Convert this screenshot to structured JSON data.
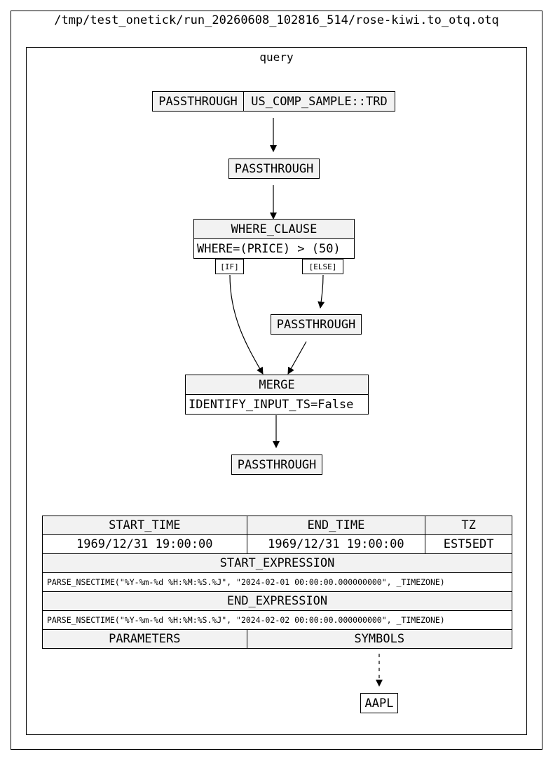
{
  "graph": {
    "file_path": "/tmp/test_onetick/run_20260608_102816_514/rose-kiwi.to_otq.otq",
    "query_label": "query",
    "nodes": {
      "source": {
        "ep": "PASSTHROUGH",
        "tick_type": "US_COMP_SAMPLE::TRD"
      },
      "pass_1": {
        "ep": "PASSTHROUGH"
      },
      "where": {
        "ep": "WHERE_CLAUSE",
        "param": "WHERE=(PRICE) > (50)",
        "port_if": "[IF]",
        "port_else": "[ELSE]"
      },
      "pass_else": {
        "ep": "PASSTHROUGH"
      },
      "merge": {
        "ep": "MERGE",
        "param": "IDENTIFY_INPUT_TS=False"
      },
      "pass_out": {
        "ep": "PASSTHROUGH"
      },
      "symbol": {
        "label": "AAPL"
      }
    },
    "query_params": {
      "start_time_label": "START_TIME",
      "end_time_label": "END_TIME",
      "tz_label": "TZ",
      "start_time": "1969/12/31 19:00:00",
      "end_time": "1969/12/31 19:00:00",
      "tz": "EST5EDT",
      "start_expression_label": "START_EXPRESSION",
      "start_expression": "PARSE_NSECTIME(\"%Y-%m-%d %H:%M:%S.%J\", \"2024-02-01 00:00:00.000000000\", _TIMEZONE)",
      "end_expression_label": "END_EXPRESSION",
      "end_expression": "PARSE_NSECTIME(\"%Y-%m-%d %H:%M:%S.%J\", \"2024-02-02 00:00:00.000000000\", _TIMEZONE)",
      "parameters_label": "PARAMETERS",
      "symbols_label": "SYMBOLS"
    }
  }
}
